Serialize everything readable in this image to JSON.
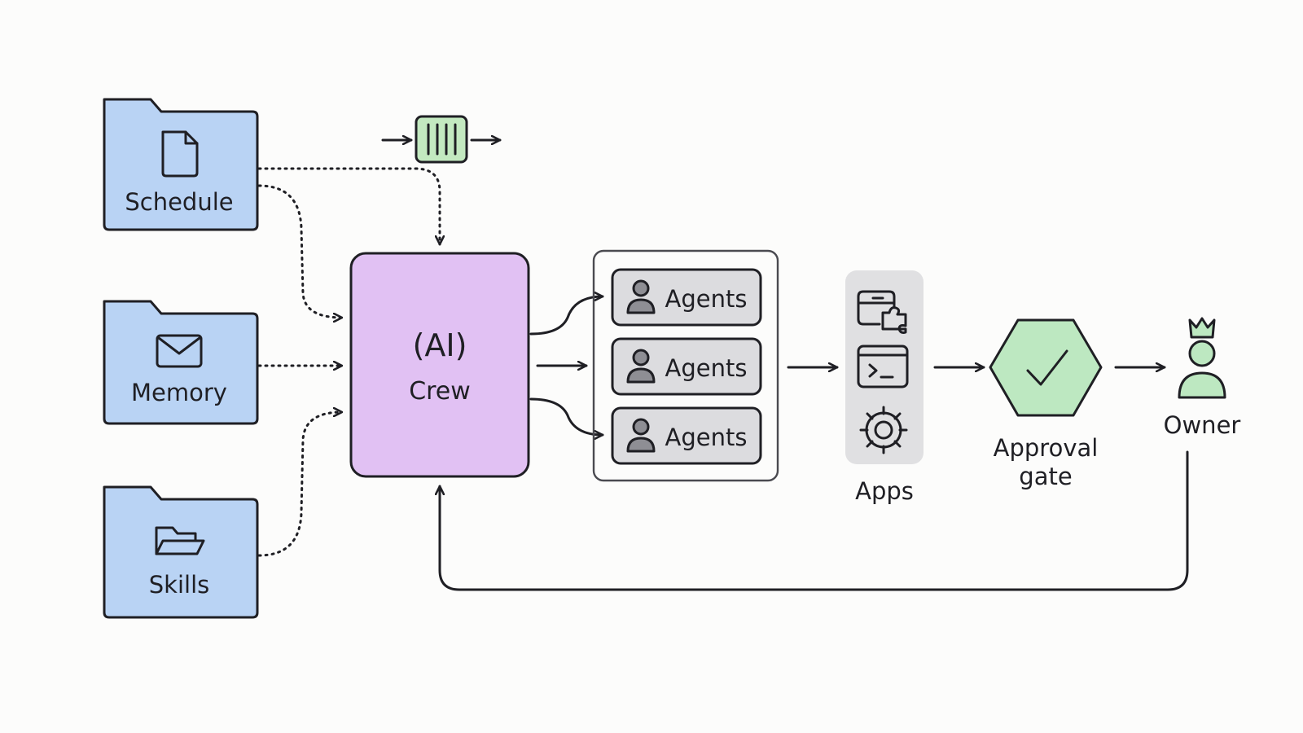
{
  "sources": [
    {
      "label": "Schedule",
      "icon": "document-icon"
    },
    {
      "label": "Memory",
      "icon": "envelope-icon"
    },
    {
      "label": "Skills",
      "icon": "open-folder-icon"
    }
  ],
  "crew": {
    "line1": "(AI)",
    "line2": "Crew"
  },
  "agents": {
    "items": [
      {
        "label": "Agents"
      },
      {
        "label": "Agents"
      },
      {
        "label": "Agents"
      }
    ]
  },
  "apps": {
    "label": "Apps",
    "icons": [
      "window-puzzle-icon",
      "terminal-icon",
      "gear-icon"
    ]
  },
  "gate": {
    "line1": "Approval",
    "line2": "gate"
  },
  "owner": {
    "label": "Owner"
  },
  "colors": {
    "source_fill": "#b9d3f4",
    "crew_fill": "#e1c1f3",
    "agent_fill": "#dcdcdf",
    "apps_fill": "#e0e0e2",
    "gate_fill": "#bde8c1",
    "queue_fill": "#c3e9c0",
    "owner_fill": "#bde8c1",
    "ink": "#1f1f24"
  }
}
